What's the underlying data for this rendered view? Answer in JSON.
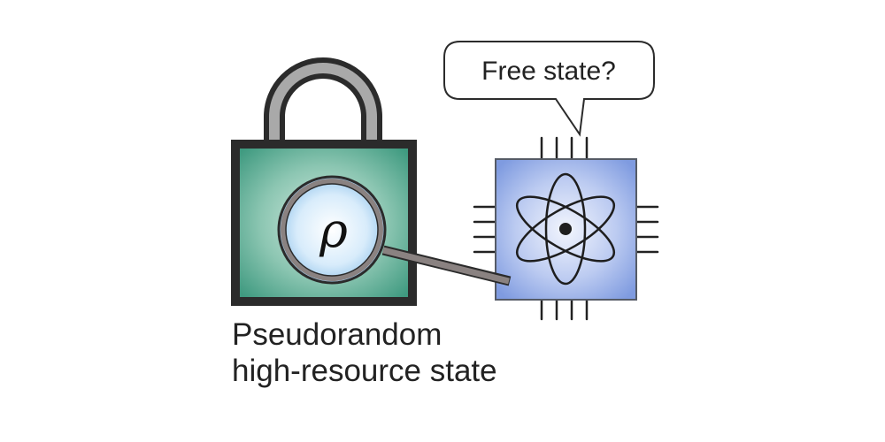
{
  "speech_bubble": {
    "text": "Free state?"
  },
  "lock": {
    "symbol": "ρ"
  },
  "caption": {
    "line1": "Pseudorandom",
    "line2": "high-resource state"
  },
  "colors": {
    "lock_body_center": "#cfe8dc",
    "lock_body_edge": "#3f9a80",
    "lock_frame": "#2b2b2b",
    "shackle": "#a9a9a9",
    "lens_center": "#ffffff",
    "lens_edge": "#9cc9ec",
    "chip_center": "#e6ecfa",
    "chip_edge": "#7f9be0",
    "handle": "#8a8281"
  }
}
